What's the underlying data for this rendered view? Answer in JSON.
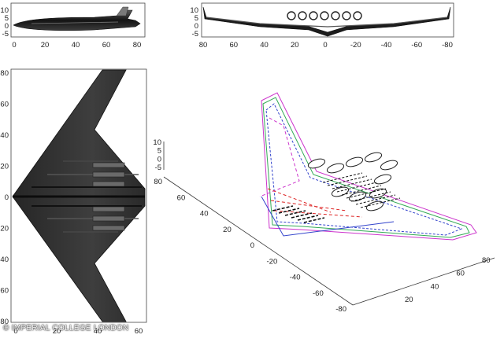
{
  "panels": {
    "side": {
      "x_ticks": [
        "0",
        "20",
        "40",
        "60",
        "80"
      ],
      "y_ticks": [
        "10",
        "5",
        "0",
        "-5"
      ]
    },
    "front": {
      "x_ticks": [
        "80",
        "60",
        "40",
        "20",
        "0",
        "-20",
        "-40",
        "-60",
        "-80"
      ],
      "y_ticks": [
        "10",
        "5",
        "0",
        "-5"
      ]
    },
    "top": {
      "x_ticks": [
        "0",
        "20",
        "40",
        "60"
      ],
      "y_ticks": [
        "80",
        "60",
        "40",
        "20",
        "0",
        "-20",
        "-40",
        "-60",
        "-80"
      ]
    },
    "iso": {
      "z_ticks": [
        "10",
        "5",
        "0",
        "-5"
      ],
      "y_ticks": [
        "80",
        "60",
        "40",
        "20",
        "0",
        "-20",
        "-40",
        "-60",
        "-80"
      ],
      "x_ticks": [
        "20",
        "40",
        "60",
        "80"
      ]
    }
  },
  "credit": "© IMPERIAL COLLEGE LONDON",
  "colors": {
    "aircraft_dark": "#1c1c1c",
    "aircraft_mid": "#3a3a3a",
    "wire_magenta": "#cc33cc",
    "wire_green": "#33aa55",
    "wire_red": "#dd2222",
    "wire_blue": "#3344cc"
  }
}
